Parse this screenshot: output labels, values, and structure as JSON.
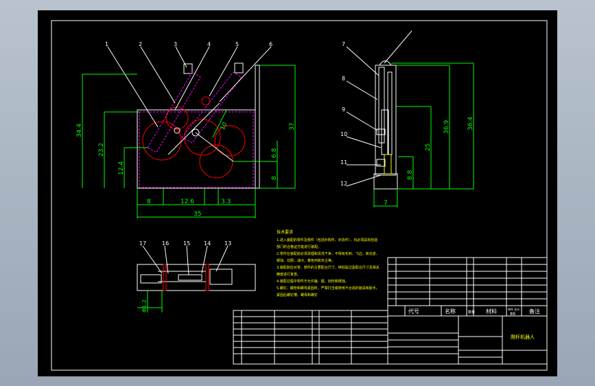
{
  "drawing": {
    "part_numbers": [
      "1",
      "2",
      "3",
      "4",
      "5",
      "6",
      "7",
      "8",
      "9",
      "10",
      "11",
      "12",
      "13",
      "14",
      "15",
      "16",
      "17"
    ],
    "dims_front": {
      "height_left_outer": "34.4",
      "height_left_mid": "23.2",
      "height_left_inner": "12.4",
      "height_right": "37",
      "height_small_a": "6.8",
      "height_small_b": "8",
      "diag": "10",
      "bottom_a": "8",
      "bottom_b": "12.6",
      "bottom_c": "3.3",
      "overall_width": "35"
    },
    "dims_side": {
      "height_outer": "36.4",
      "height_mid": "36.9",
      "height_inner": "25",
      "height_small": "8.8",
      "width_bottom": "7"
    },
    "dims_bottom": {
      "small": "Φ1.2"
    },
    "notes_title": "技术要求",
    "notes": [
      "1.进入装配的零件及部件（包括外购件、外协件），均必须具有检验",
      "部门的合格证方能进行装配。",
      "2.零件在装配前必须清理和清洗干净，不得有毛刺、飞边、氧化皮、",
      "锈蚀、切屑、油污、着色剂和灰尘等。",
      "3.装配前应对零、部件的主要配合尺寸，特别是过盈配合尺寸及相关",
      "精度进行复查。",
      "4.装配过程中零件不允许磕、碰、划伤和锈蚀。",
      "5.螺钉、螺栓和螺母紧固时，严禁打击或使用不合适的旋具和扳手。",
      "紧固后螺钉槽、螺母和螺钉"
    ],
    "title_block": {
      "col_code": "代号",
      "col_name": "名称",
      "col_qty": "数量",
      "col_material": "材料",
      "col_weight": "单件 总计",
      "col_mass": "重量",
      "col_remark": "备注",
      "product_name": "爬杆机器人"
    }
  }
}
